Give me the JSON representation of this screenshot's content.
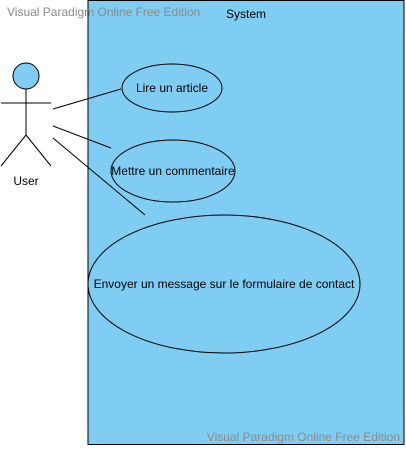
{
  "watermark": {
    "top": "Visual Paradigm Online Free Edition",
    "bottom": "Visual Paradigm Online Free Edition"
  },
  "system": {
    "label": "System"
  },
  "actor": {
    "label": "User"
  },
  "use_cases": [
    {
      "label": "Lire un article"
    },
    {
      "label": "Mettre un commentaire"
    },
    {
      "label": "Envoyer un message sur le formulaire de contact"
    }
  ],
  "colors": {
    "system_fill": "#7fcdf2",
    "actor_head_fill": "#7fcdf2",
    "line": "#000000",
    "watermark": "#8a8a8a"
  }
}
